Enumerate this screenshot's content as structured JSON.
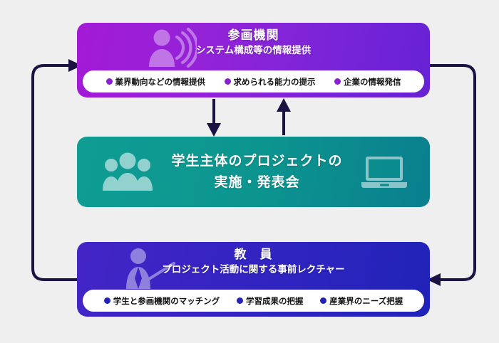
{
  "background_color": "#efefef",
  "panels": {
    "top": {
      "name": "participating-institutions",
      "title": "参画機関",
      "subtitle": "システム構成等の情報提供",
      "gradient_from": "#a31ad6",
      "gradient_to": "#6622d4",
      "bullet_color": "#8b1fd4",
      "icon": "person-with-signal-waves-icon",
      "chips": [
        "業界動向などの情報提供",
        "求められる能力の提示",
        "企業の情報発信"
      ]
    },
    "middle": {
      "name": "student-led-project",
      "text_line1": "学生主体のプロジェクトの",
      "text_line2": "実施・発表会",
      "gradient_from": "#0f9d93",
      "gradient_to": "#0a7f8e",
      "icon_left": "three-people-group-icon",
      "icon_right": "laptop-icon"
    },
    "bottom": {
      "name": "faculty",
      "title": "教　員",
      "subtitle": "プロジェクト活動に関する事前レクチャー",
      "gradient_from": "#4425c6",
      "gradient_to": "#2023b8",
      "bullet_color": "#2423b5",
      "icon": "teacher-with-pointer-icon",
      "chips": [
        "学生と参画機関のマッチング",
        "学習成果の把握",
        "産業界のニーズ把握"
      ]
    }
  },
  "connectors": {
    "line_color": "#1b1342",
    "items": [
      {
        "name": "arrow-top-to-middle",
        "direction": "down"
      },
      {
        "name": "arrow-middle-to-top",
        "direction": "up"
      },
      {
        "name": "arrow-bottom-to-top-left-loop",
        "direction": "up"
      },
      {
        "name": "arrow-top-to-bottom-right-loop",
        "direction": "down"
      }
    ]
  }
}
